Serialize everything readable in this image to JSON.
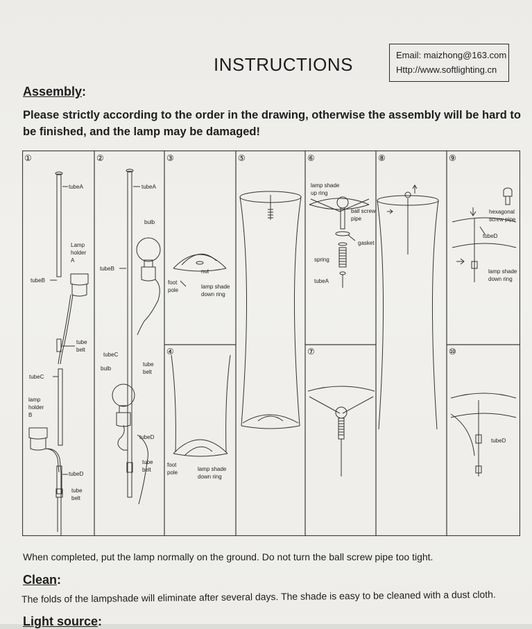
{
  "document": {
    "title": "INSTRUCTIONS",
    "contact": {
      "email": "Email: maizhong@163.com",
      "website": "Http://www.softlighting.cn"
    },
    "assembly": {
      "heading": "Assembly",
      "heading_colon": ":",
      "warning": "Please strictly according to the order in the drawing, otherwise the assembly will be hard to be finished, and the lamp may be damaged!"
    },
    "completed_note": "When completed, put the lamp normally on the ground. Do not turn the ball screw pipe too tight.",
    "clean": {
      "heading": "Clean",
      "heading_colon": ":",
      "text": "The folds of the lampshade will eliminate after several days. The shade is easy to be cleaned with a dust cloth."
    },
    "light_source": {
      "heading": "Light source",
      "heading_colon": ":"
    }
  },
  "diagram": {
    "panels": [
      {
        "number": "①",
        "labels": {
          "tube_a": "tubeA",
          "lamp_holder_a": [
            "Lamp",
            "holder",
            "A"
          ],
          "tube_b": "tubeB",
          "tube_belt_1": [
            "tube",
            "belt"
          ],
          "tube_c": "tubeC",
          "lamp_holder_b": [
            "lamp",
            "holder",
            "B"
          ],
          "tube_d": "tubeD",
          "tube_belt_2": [
            "tube",
            "belt"
          ]
        }
      },
      {
        "number": "②",
        "labels": {
          "tube_a": "tubeA",
          "bulb_1": "bulb",
          "tube_b": "tubeB",
          "tube_c": "tubeC",
          "tube_belt_1": [
            "tube",
            "belt"
          ],
          "bulb_2": "bulb",
          "tube_d": "tubeD",
          "tube_belt_2": [
            "tube",
            "belt"
          ]
        }
      },
      {
        "number": "③",
        "labels": {
          "nut": "nut",
          "foot_pole": [
            "foot",
            "pole"
          ],
          "ring": [
            "lamp shade",
            "down ring"
          ]
        }
      },
      {
        "number": "④",
        "labels": {
          "foot_pole": [
            "foot",
            "pole"
          ],
          "ring": [
            "lamp shade",
            "down ring"
          ]
        }
      },
      {
        "number": "⑤",
        "labels": {}
      },
      {
        "number": "⑥",
        "labels": {
          "up_ring": [
            "lamp shade",
            "up ring"
          ],
          "ball_screw": [
            "ball screw",
            "pipe"
          ],
          "gasket": "gasket",
          "spring": "spring",
          "tube_a": "tubeA"
        }
      },
      {
        "number": "⑦",
        "labels": {}
      },
      {
        "number": "⑧",
        "labels": {}
      },
      {
        "number": "⑨",
        "labels": {
          "hex": [
            "hexagonal",
            "screw pipe"
          ],
          "tube_d": "tubeD",
          "ring": [
            "lamp shade",
            "down ring"
          ]
        }
      },
      {
        "number": "⑩",
        "labels": {
          "tube_d": "tubeD"
        }
      }
    ]
  }
}
